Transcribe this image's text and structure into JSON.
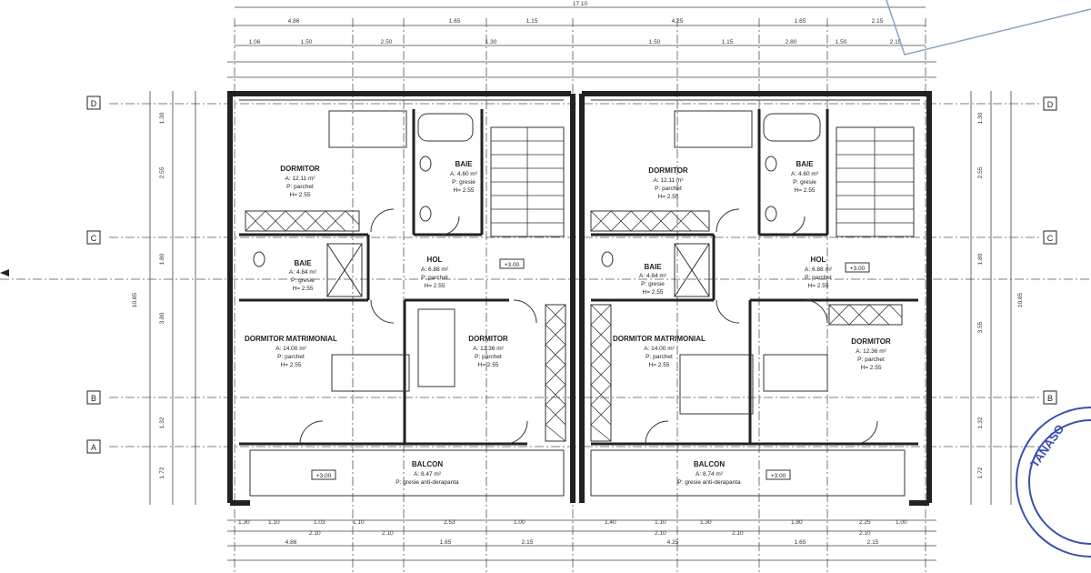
{
  "axes": {
    "rows": [
      "D",
      "C",
      "B",
      "A"
    ]
  },
  "rooms": [
    {
      "name": "DORMITOR",
      "area": "A: 12.11 m²",
      "floor": "P: parchet",
      "height": "H= 2.55"
    },
    {
      "name": "BAIE",
      "area": "A: 4.60 m²",
      "floor": "P: gresie",
      "height": "H= 2.55"
    },
    {
      "name": "DORMITOR",
      "area": "A: 12.11 m²",
      "floor": "P: parchet",
      "height": "H= 2.55"
    },
    {
      "name": "BAIE",
      "area": "A: 4.60 m²",
      "floor": "P: gresie",
      "height": "H= 2.55"
    },
    {
      "name": "BAIE",
      "area": "A: 4.84 m²",
      "floor": "P: gresie",
      "height": "H= 2.55"
    },
    {
      "name": "HOL",
      "area": "A: 6.88 m²",
      "floor": "P: parchet",
      "height": "H= 2.55"
    },
    {
      "name": "BAIE",
      "area": "A: 4.84 m²",
      "floor": "P: gresie",
      "height": "H= 2.55"
    },
    {
      "name": "HOL",
      "area": "A: 6.88 m²",
      "floor": "P: parchet",
      "height": "H= 2.55"
    },
    {
      "name": "DORMITOR MATRIMONIAL",
      "area": "A: 14.00 m²",
      "floor": "P: parchet",
      "height": "H= 2.55"
    },
    {
      "name": "DORMITOR",
      "area": "A: 12.36 m²",
      "floor": "P: parchet",
      "height": "H= 2.55"
    },
    {
      "name": "DORMITOR MATRIMONIAL",
      "area": "A: 14.00 m²",
      "floor": "P: parchet",
      "height": "H= 2.55"
    },
    {
      "name": "DORMITOR",
      "area": "A: 12.36 m²",
      "floor": "P: parchet",
      "height": "H= 2.55"
    },
    {
      "name": "BALCON",
      "area": "A: 8.47 m²",
      "floor": "P: gresie anti-derapanta",
      "height": ""
    },
    {
      "name": "BALCON",
      "area": "A: 8.74 m²",
      "floor": "P: gresie anti-derapanta",
      "height": ""
    }
  ],
  "dimensions": {
    "top_total": "17.10",
    "top_row1": [
      "4.86",
      "1.65",
      "1.15",
      "4.25",
      "1.65",
      "2.15"
    ],
    "top_row2": [
      "1.06",
      "1.50",
      "2.50",
      "1.30",
      "1.50",
      "1.15",
      "2.80",
      "1.50",
      "2.15"
    ],
    "bottom_row1": [
      "1.30",
      "1.10",
      "1.03",
      "1.10",
      "2.53",
      "1.00",
      "1.40",
      "1.10",
      "1.30",
      "1.80",
      "2.25",
      "1.00"
    ],
    "bottom_row2": [
      "2.10",
      "2.10",
      "2.10",
      "2.10",
      "2.10"
    ],
    "bottom_row3": [
      "4.86",
      "1.65",
      "2.15",
      "4.25",
      "1.65",
      "2.15"
    ],
    "left_total": "10.85",
    "right_total": "10.85",
    "left_side": [
      "1.30",
      "2.55",
      "1.80",
      "3.80",
      "1.32",
      "1.72"
    ],
    "right_side": [
      "1.30",
      "2.55",
      "1.80",
      "3.55",
      "1.32",
      "1.72"
    ]
  },
  "levels": [
    "+3.00",
    "+3.00",
    "+3.00",
    "+3.00"
  ],
  "stamp_text": "TANASO",
  "colors": {
    "ink": "#222222",
    "stamp": "#3a4fb0"
  }
}
